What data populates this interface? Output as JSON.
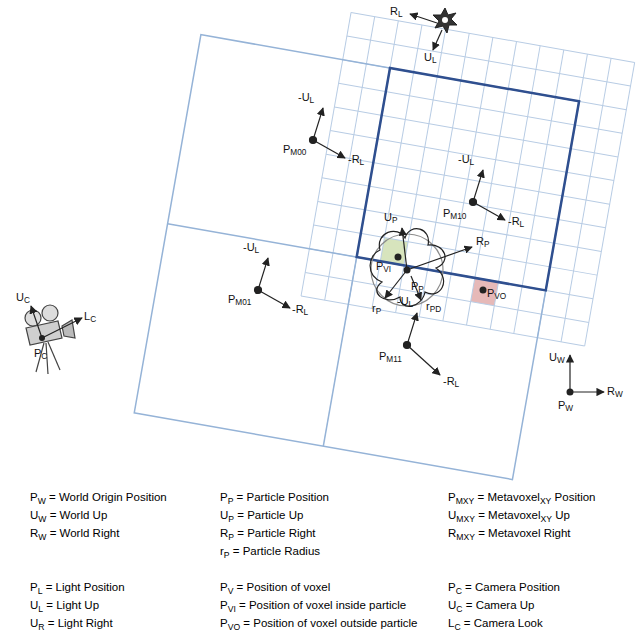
{
  "diagram": {
    "labels": [
      "RL",
      "UL",
      "-UL",
      "PM00",
      "-RL",
      "-UL",
      "PM10",
      "-RL",
      "UP",
      "RP",
      "PVI",
      "PP",
      "rPD",
      "PVO",
      "rP",
      "UC",
      "LC",
      "PC",
      "-UL",
      "PM01",
      "-RL",
      "-UL",
      "PM11",
      "-RL",
      "UW",
      "PW",
      "RW",
      "PW = World Origin Position",
      "UW = World Up",
      "RW = World Right",
      "PL = Light Position",
      "UL = Light Up",
      "UR = Light Right",
      "PP = Particle Position",
      "UP = Particle Up",
      "RP = Particle Right",
      "rP = Particle Radius",
      "PV = Position of voxel",
      "PVI = Position of voxel inside particle",
      "PVO = Position of voxel outside particle",
      "PMXY = MetavoxelXY Position",
      "UMXY = MetavoxelXY Up",
      "RMXY = Metavoxel Right",
      "PC = Camera Position",
      "UC = Camera Up",
      "LC = Camera Look"
    ]
  }
}
